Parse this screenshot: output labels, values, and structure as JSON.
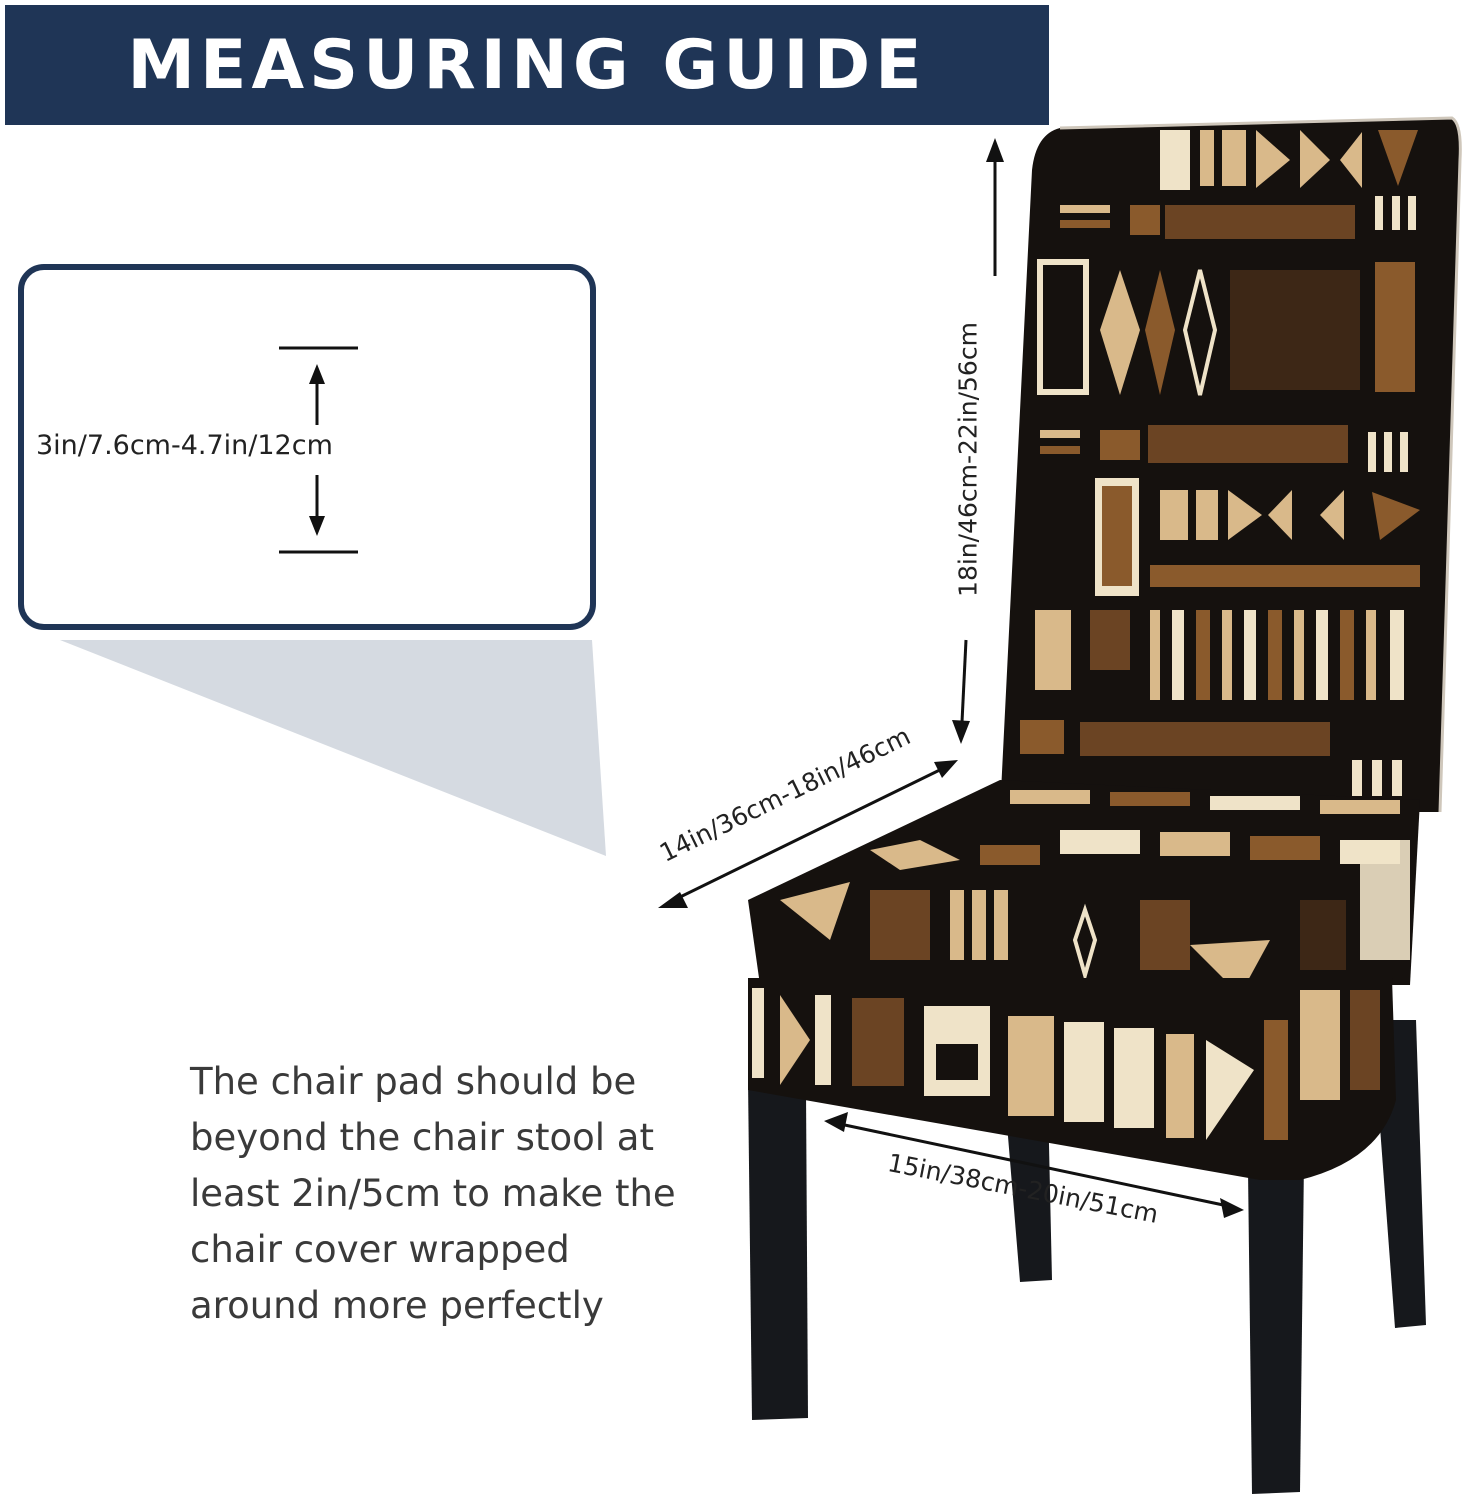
{
  "banner": {
    "title": "MEASURING GUIDE"
  },
  "callout": {
    "label": "3in/7.6cm-4.7in/12cm"
  },
  "dimensions": {
    "back_height": "18in/46cm-22in/56cm",
    "seat_depth": "14in/36cm-18in/46cm",
    "seat_width": "15in/38cm-20in/51cm"
  },
  "note": {
    "text": "The chair pad should be beyond the chair stool at least 2in/5cm to make the chair cover wrapped around more perfectly"
  },
  "colors": {
    "banner_bg": "#1f3556",
    "cone": "#d5dae1",
    "pattern_black": "#15110e",
    "pattern_brown": "#8a5a2c",
    "pattern_tan": "#d9b98a",
    "pattern_cream": "#efe3c8",
    "legs": "#16181c"
  }
}
